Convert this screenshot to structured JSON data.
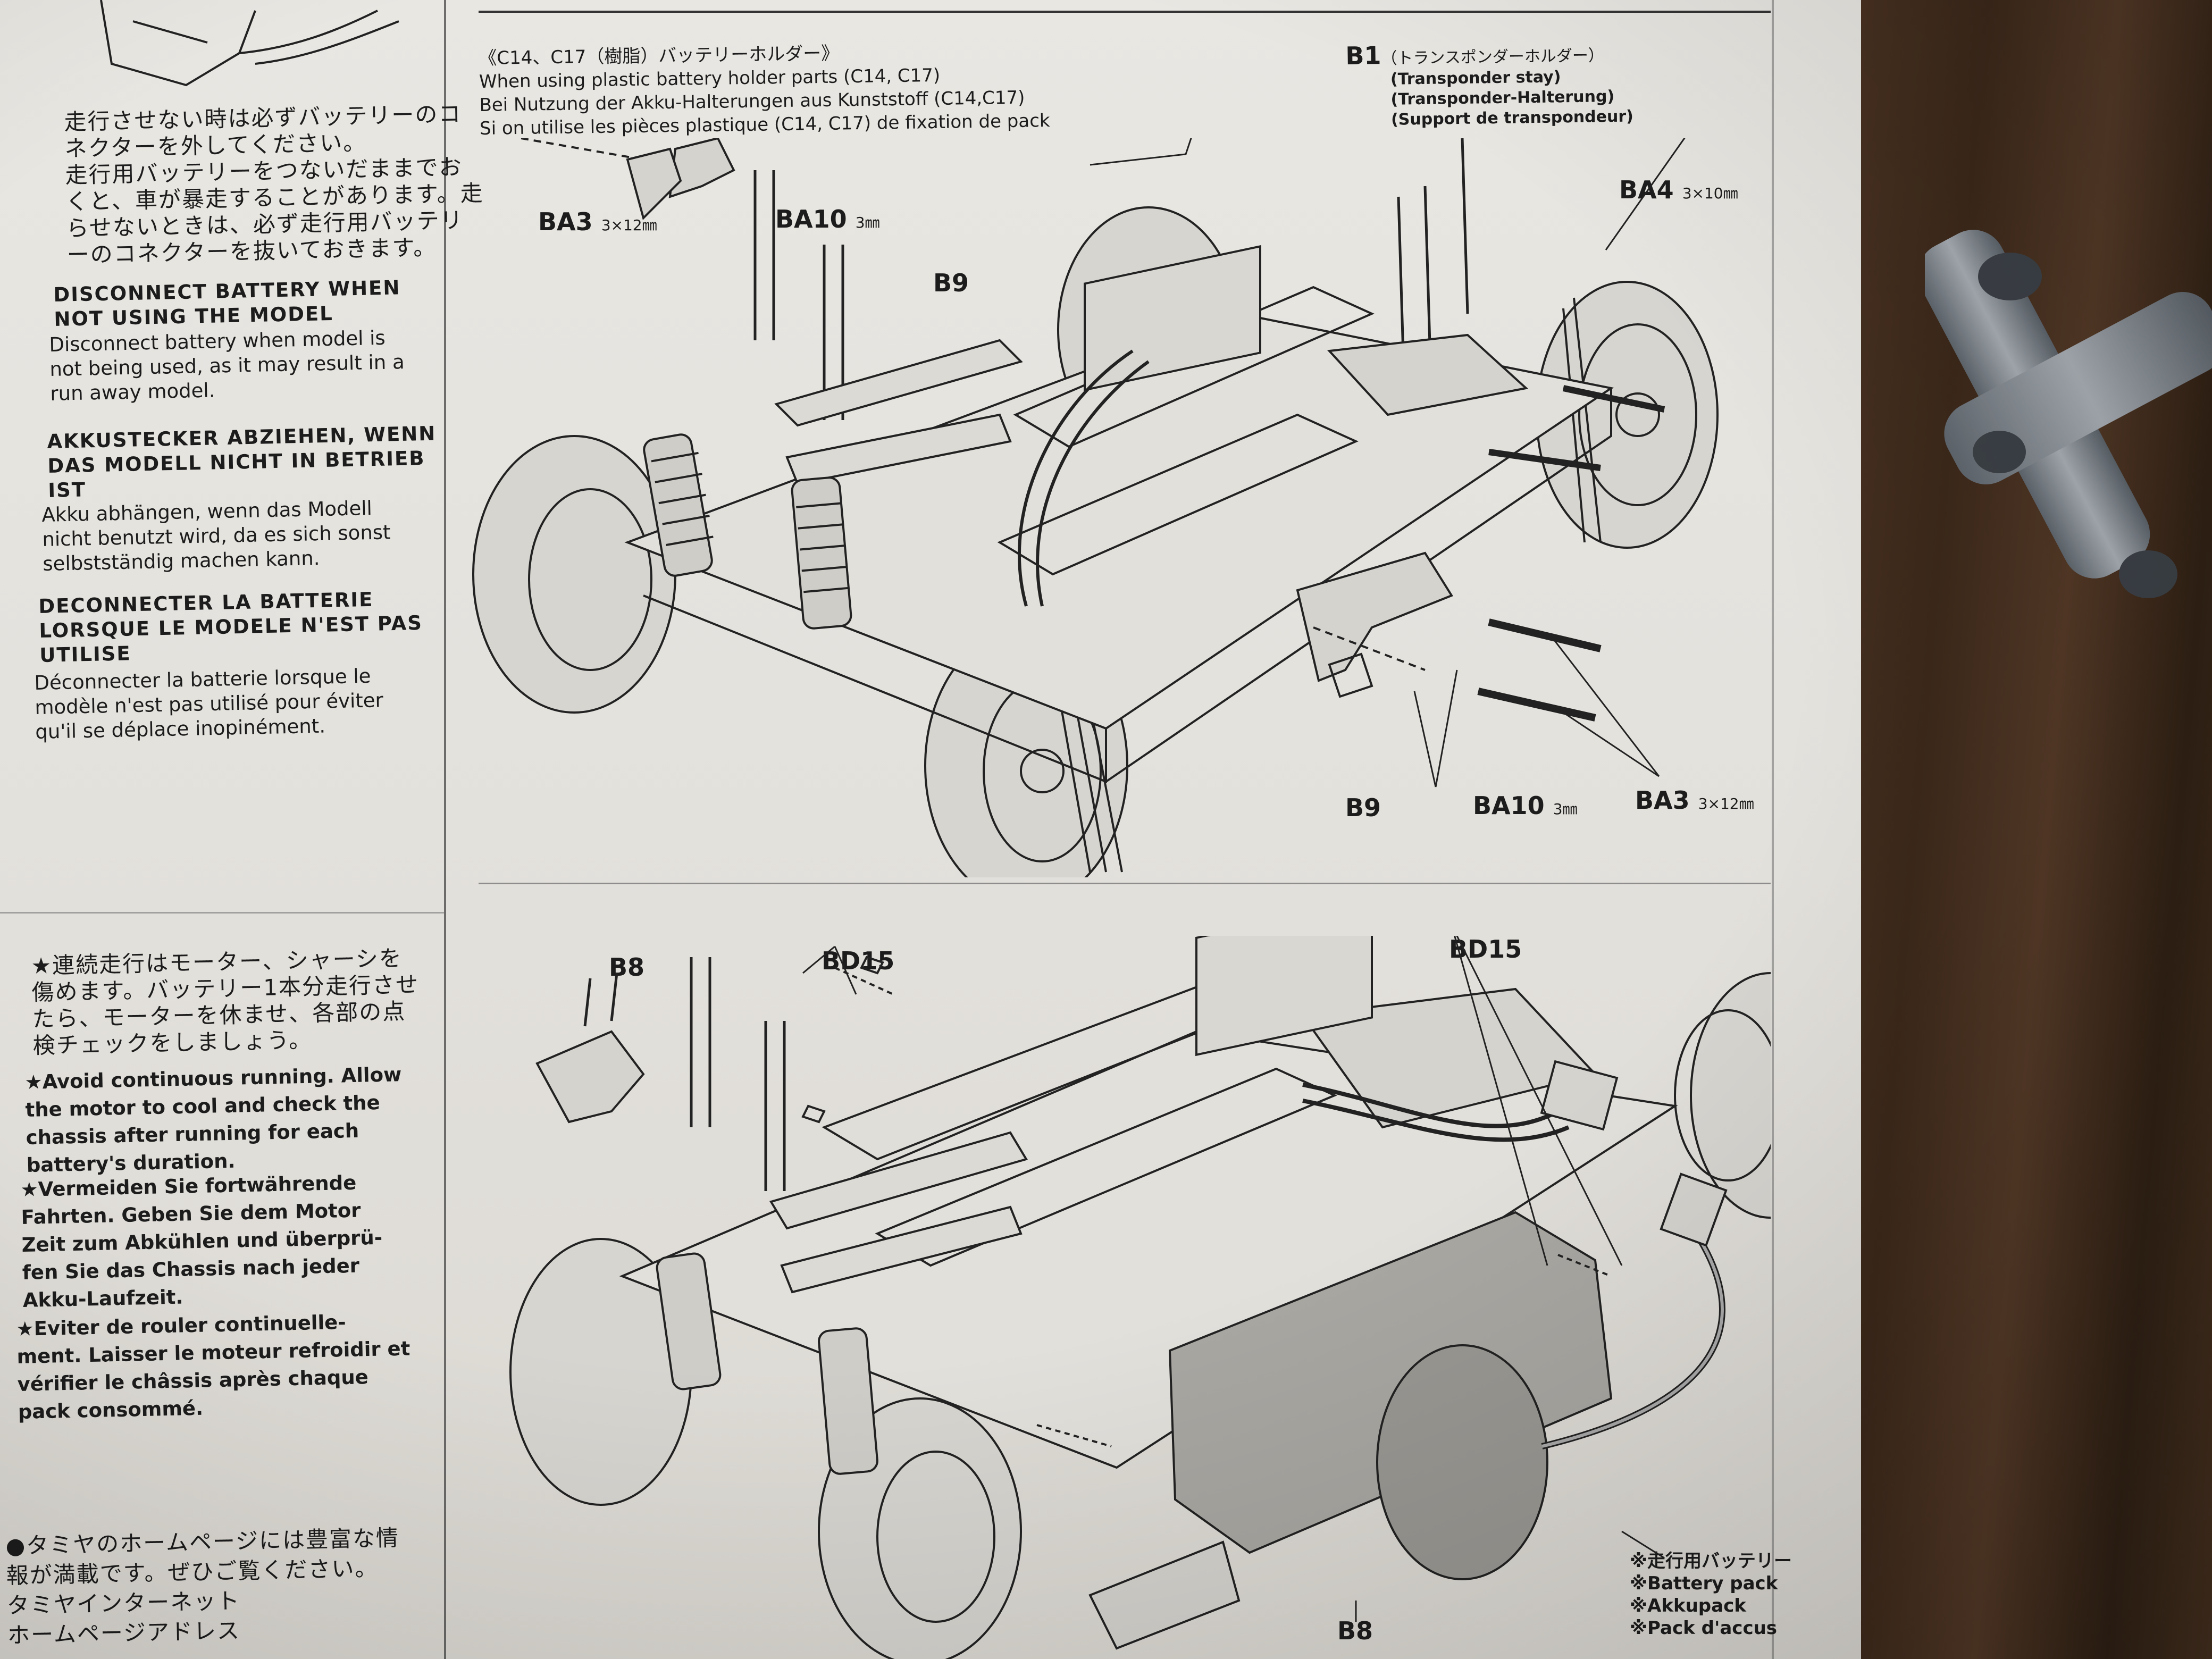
{
  "left_column": {
    "jp_disconnect": [
      "走行させない時は必ずバッテリーのコ",
      "ネクターを外してください。",
      "走行用バッテリーをつないだままでお",
      "くと、車が暴走することがあります。走",
      "らせないときは、必ず走行用バッテリ",
      "ーのコネクターを抜いておきます。"
    ],
    "en_heading": [
      "DISCONNECT  BATTERY  WHEN",
      "NOT USING THE MODEL"
    ],
    "en_body": [
      "Disconnect battery when model is",
      "not being used, as it may result in a",
      "run away model."
    ],
    "de_heading": [
      "AKKUSTECKER ABZIEHEN, WENN",
      "DAS MODELL NICHT IN BETRIEB",
      "IST"
    ],
    "de_body": [
      "Akku abhängen, wenn das Modell",
      "nicht benutzt wird, da es sich sonst",
      "selbstständig machen kann."
    ],
    "fr_heading": [
      "DECONNECTER  LA  BATTERIE",
      "LORSQUE LE MODELE N'EST PAS",
      "UTILISE"
    ],
    "fr_body": [
      "Déconnecter la batterie lorsque le",
      "modèle n'est pas utilisé pour éviter",
      "qu'il se déplace inopinément."
    ],
    "jp_continuous": [
      "★連続走行はモーター、シャーシを",
      "傷めます。バッテリー1本分走行させ",
      "たら、モーターを休ませ、各部の点",
      "検チェックをしましょう。"
    ],
    "en_continuous": [
      "★Avoid continuous running. Allow",
      "the motor to cool and check the",
      "chassis after running for each",
      "battery's duration."
    ],
    "de_continuous": [
      "★Vermeiden  Sie  fortwährende",
      "Fahrten. Geben Sie dem Motor",
      "Zeit zum Abkühlen und überprü-",
      "fen Sie das Chassis nach jeder",
      "Akku-Laufzeit."
    ],
    "fr_continuous": [
      "★Eviter de  rouler  continuelle-",
      "ment. Laisser le moteur refroidir et",
      "vérifier le châssis après chaque",
      "pack consommé."
    ],
    "jp_homepage": [
      "●タミヤのホームページには豊富な情",
      "報が満載です。ぜひご覧ください。",
      "タミヤインターネット",
      "ホームページアドレス"
    ]
  },
  "top_diagram": {
    "header_lines": [
      "《C14、C17（樹脂）バッテリーホルダー》",
      "When using plastic battery holder parts (C14, C17)",
      "Bei Nutzung der Akku-Halterungen aus Kunststoff (C14,C17)",
      "Si on utilise les pièces plastique (C14, C17) de fixation de pack"
    ],
    "b1_label": "B1",
    "b1_jp": "（トランスポンダーホルダー）",
    "b1_lines": [
      "(Transponder stay)",
      "(Transponder-Halterung)",
      "(Support de transpondeur)"
    ],
    "labels": {
      "ba3_left": "BA3",
      "ba3_left_unit": "3×12㎜",
      "ba10_left": "BA10",
      "ba10_left_unit": "3㎜",
      "b9_top": "B9",
      "ba4": "BA4",
      "ba4_unit": "3×10㎜",
      "b9_bottom": "B9",
      "ba10_bottom": "BA10",
      "ba10_bottom_unit": "3㎜",
      "ba3_bottom": "BA3",
      "ba3_bottom_unit": "3×12㎜"
    }
  },
  "bottom_diagram": {
    "labels": {
      "b8_top": "B8",
      "bd15_left": "BD15",
      "bd15_right": "BD15",
      "b8_bottom": "B8"
    },
    "battery_lines": [
      "※走行用バッテリー",
      "※Battery pack",
      "※Akkupack",
      "※Pack d'accus"
    ]
  },
  "colors": {
    "paper": "#e6e4df",
    "ink": "#1c1c1c",
    "desk": "#3e2a1b",
    "tool": "#8e949a"
  }
}
